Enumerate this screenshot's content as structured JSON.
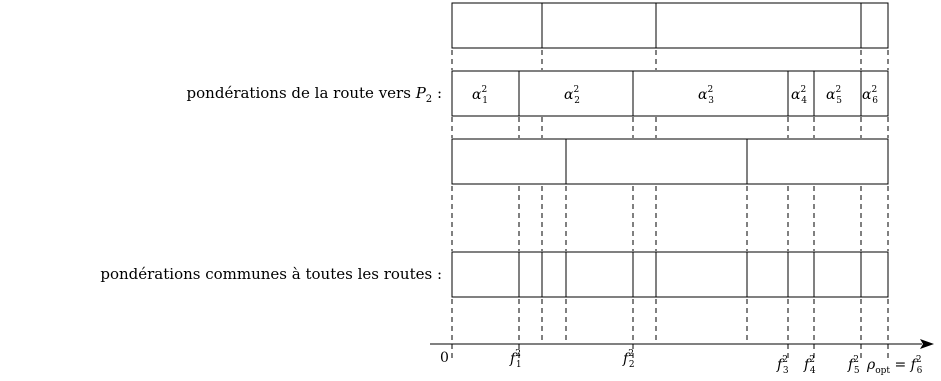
{
  "labels": {
    "route_p2_prefix": "pondérations de la route vers ",
    "route_p2_var": "P",
    "route_p2_sub": "2",
    "route_p2_suffix": " :",
    "common": "pondérations communes à toutes les routes :"
  },
  "alphas": [
    {
      "base": "α",
      "sup": "2",
      "sub": "1"
    },
    {
      "base": "α",
      "sup": "2",
      "sub": "2"
    },
    {
      "base": "α",
      "sup": "2",
      "sub": "3"
    },
    {
      "base": "α",
      "sup": "2",
      "sub": "4"
    },
    {
      "base": "α",
      "sup": "2",
      "sub": "5"
    },
    {
      "base": "α",
      "sup": "2",
      "sub": "6"
    }
  ],
  "axis": {
    "origin": "0",
    "ticks": [
      {
        "base": "f",
        "sup": "2",
        "sub": "1"
      },
      {
        "base": "f",
        "sup": "2",
        "sub": "2"
      },
      {
        "base": "f",
        "sup": "2",
        "sub": "3"
      },
      {
        "base": "f",
        "sup": "2",
        "sub": "4"
      },
      {
        "base": "f",
        "sup": "2",
        "sub": "5"
      }
    ],
    "last_left": "ρ",
    "last_left_sub": "opt",
    "last_eq": " = ",
    "last_right": {
      "base": "f",
      "sup": "2",
      "sub": "6"
    }
  }
}
